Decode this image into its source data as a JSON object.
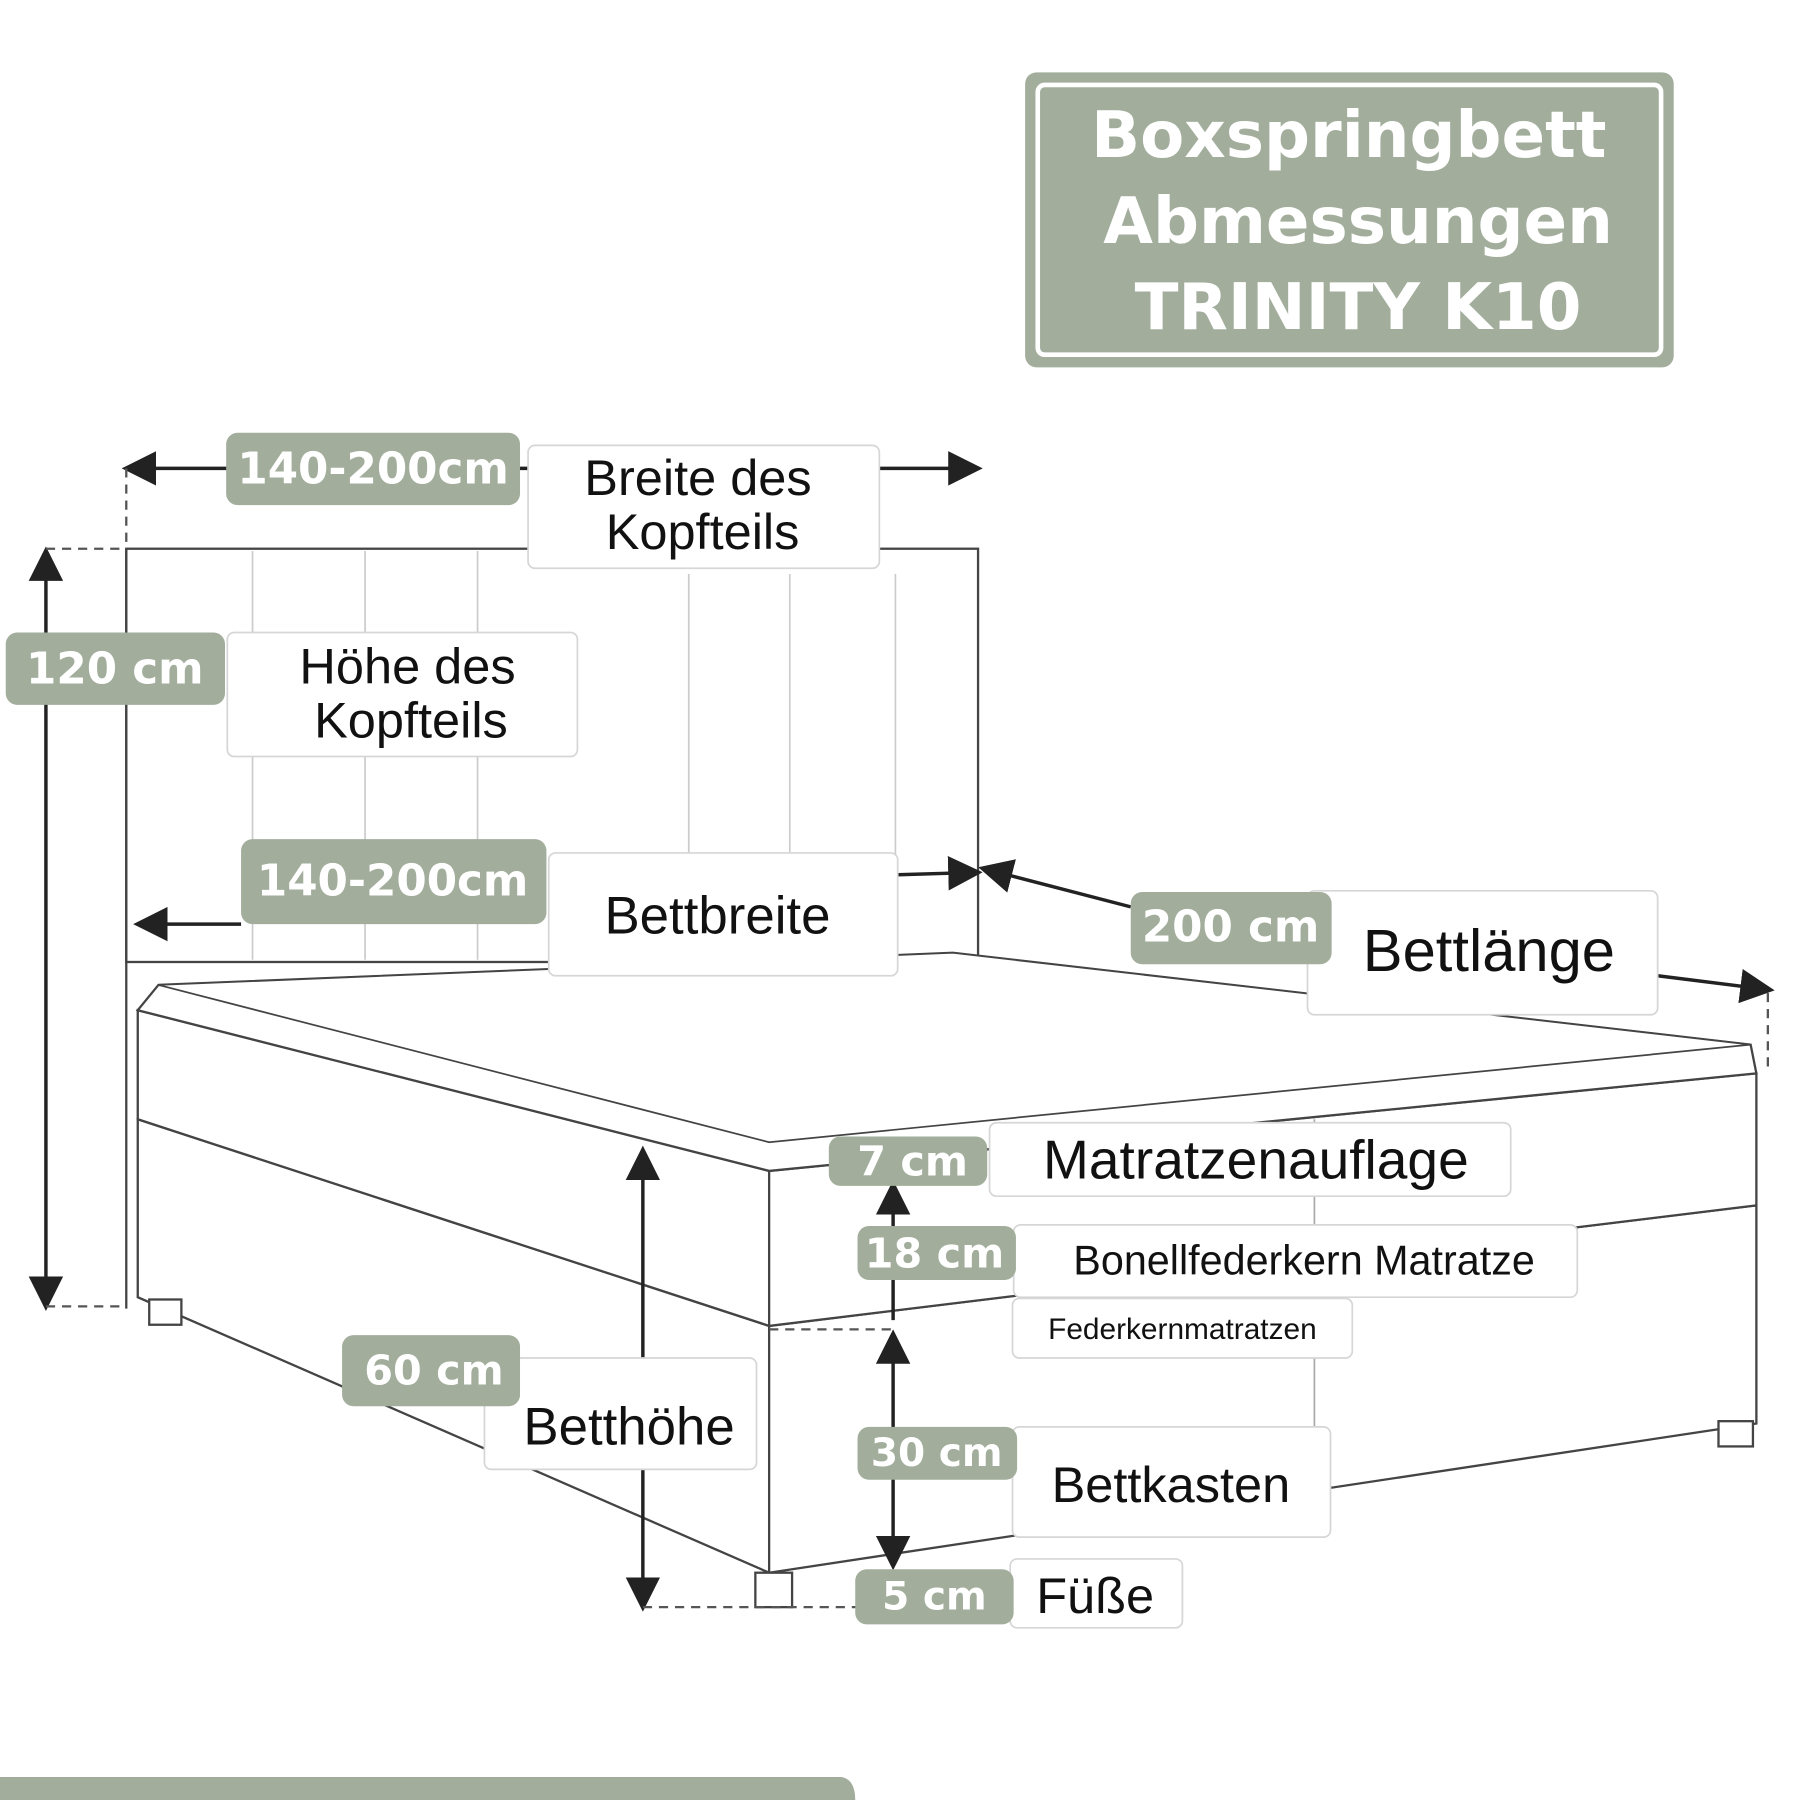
{
  "title": {
    "lines": [
      "Boxspringbett",
      "Abmessungen",
      "TRINITY K10"
    ]
  },
  "colors": {
    "accent": "#a2ad9c",
    "line": "#222222"
  },
  "dimensions": [
    {
      "value": "140-200cm",
      "label_lines": [
        "Breite des",
        "Kopfteils"
      ]
    },
    {
      "value": "120 cm",
      "label_lines": [
        "Höhe des",
        "Kopfteils"
      ]
    },
    {
      "value": "140-200cm",
      "label_lines": [
        "Bettbreite"
      ]
    },
    {
      "value": "200 cm",
      "label_lines": [
        "Bettlänge"
      ]
    },
    {
      "value": "7 cm",
      "label_lines": [
        "Matratzenauflage"
      ]
    },
    {
      "value": "18 cm",
      "label_lines": [
        "Bonellfederkern Matratze"
      ],
      "sublabel": "Federkernmatratzen"
    },
    {
      "value": "60 cm",
      "label_lines": [
        "Betthöhe"
      ]
    },
    {
      "value": "30 cm",
      "label_lines": [
        "Bettkasten"
      ]
    },
    {
      "value": "5 cm",
      "label_lines": [
        "Füße"
      ]
    }
  ]
}
